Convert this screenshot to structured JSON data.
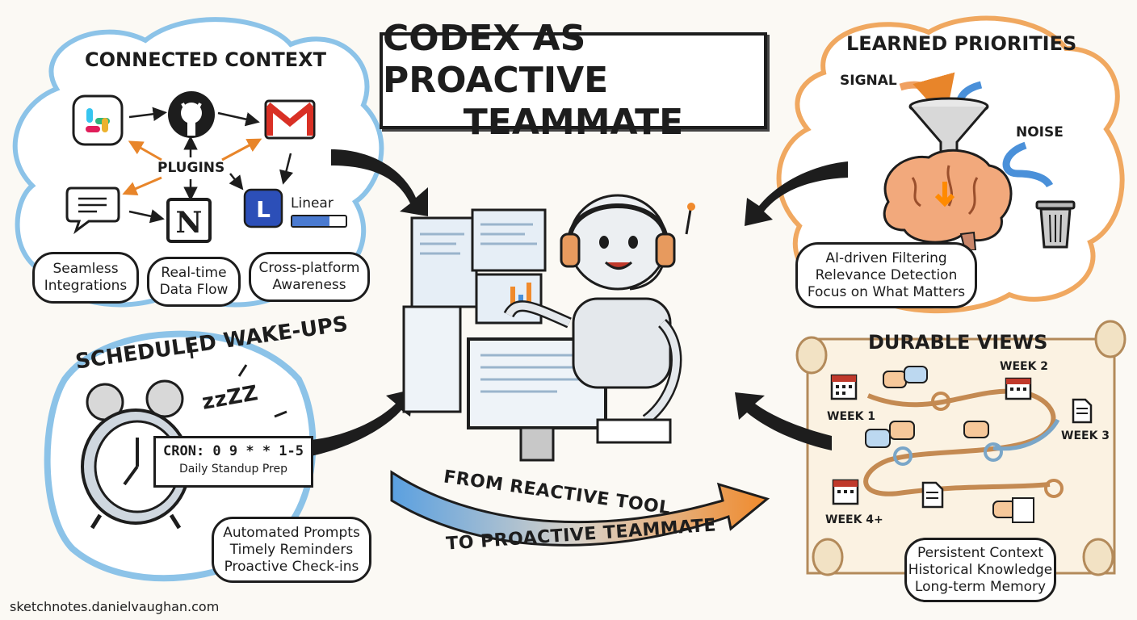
{
  "title": {
    "line1": "CODEX AS PROACTIVE",
    "line2": "TEAMMATE"
  },
  "connected_context": {
    "title": "CONNECTED CONTEXT",
    "hub_label": "PLUGINS",
    "linear_label": "Linear",
    "bubbles": [
      {
        "line1": "Seamless",
        "line2": "Integrations"
      },
      {
        "line1": "Real-time",
        "line2": "Data Flow"
      },
      {
        "line1": "Cross-platform",
        "line2": "Awareness"
      }
    ]
  },
  "learned_priorities": {
    "title": "LEARNED PRIORITIES",
    "signal_label": "SIGNAL",
    "noise_label": "NOISE",
    "bubble": [
      "AI-driven Filtering",
      "Relevance Detection",
      "Focus on What Matters"
    ]
  },
  "scheduled_wakeups": {
    "title": "SCHEDULED WAKE-UPS",
    "zzz": "zzZZ",
    "cron_line": "CRON: 0 9 * * 1-5",
    "cron_desc": "Daily Standup Prep",
    "bubble": [
      "Automated Prompts",
      "Timely Reminders",
      "Proactive Check-ins"
    ]
  },
  "durable_views": {
    "title": "DURABLE VIEWS",
    "weeks": [
      "WEEK 1",
      "WEEK 2",
      "WEEK 3",
      "WEEK 4+"
    ],
    "bubble": [
      "Persistent Context",
      "Historical Knowledge",
      "Long-term Memory"
    ]
  },
  "banner": {
    "line1": "FROM REACTIVE TOOL",
    "line2": "TO PROACTIVE TEAMMATE"
  },
  "footer": "sketchnotes.danielvaughan.com",
  "colors": {
    "accent_orange": "#f08a2c",
    "accent_blue": "#4a90d9",
    "ink": "#1d1d1d",
    "cloud_blue": "#8cc3e8",
    "cloud_orange": "#f0a860"
  },
  "icons": [
    "slack-icon",
    "github-icon",
    "gmail-icon",
    "chat-icon",
    "notion-icon",
    "linear-icon",
    "funnel-icon",
    "brain-icon",
    "trash-icon",
    "alarm-clock-icon",
    "calendar-icon",
    "document-icon",
    "robot-icon"
  ]
}
